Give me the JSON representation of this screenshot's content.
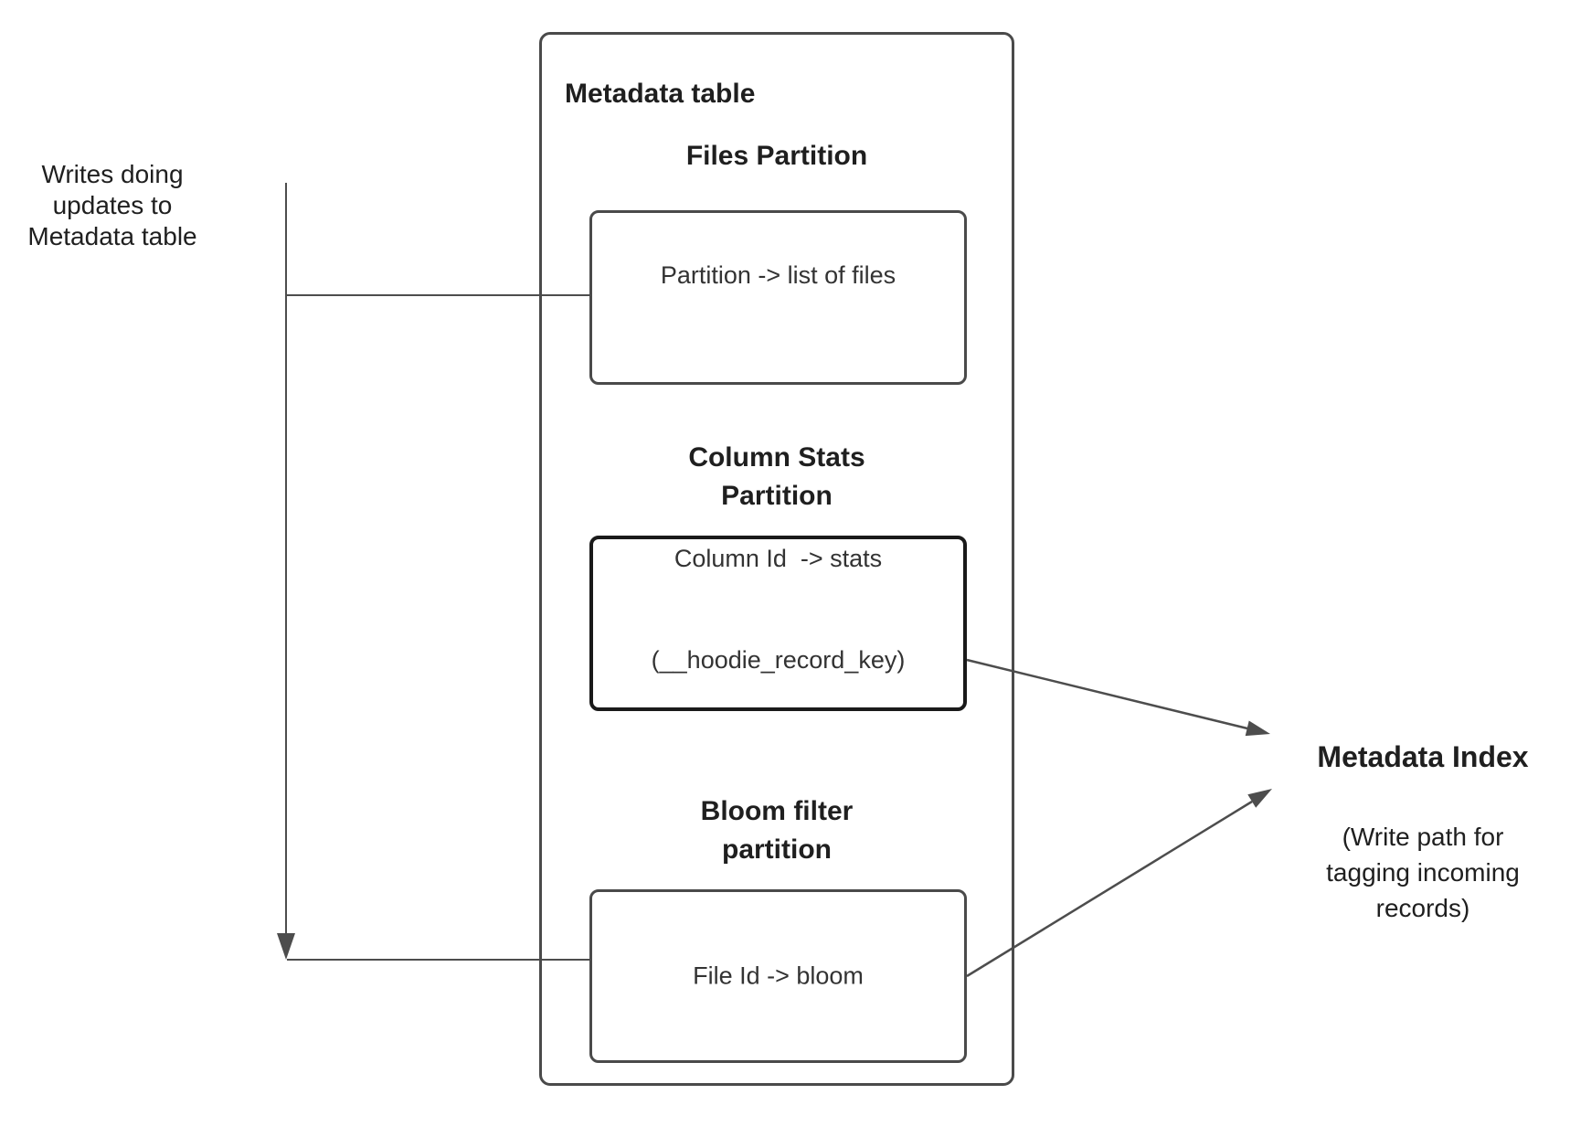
{
  "colors": {
    "bg": "#ffffff",
    "line": "#4d4d4d",
    "box_border": "#4a4a4a",
    "highlight_border": "#1a1a1a",
    "heading_text": "#1f1f1f",
    "body_text": "#333333"
  },
  "left_note": {
    "line1": "Writes doing",
    "line2": "updates to",
    "line3": "Metadata table"
  },
  "metadata_table": {
    "title": "Metadata table",
    "files_partition": {
      "heading": "Files Partition",
      "box_text": "Partition -> list of files"
    },
    "column_stats_partition": {
      "heading_line1": "Column Stats",
      "heading_line2": "Partition",
      "box_line1": "Column Id  -> stats",
      "box_line2": "(__hoodie_record_key)"
    },
    "bloom_filter_partition": {
      "heading_line1": "Bloom filter",
      "heading_line2": "partition",
      "box_text": "File Id -> bloom"
    }
  },
  "metadata_index": {
    "title": "Metadata Index",
    "note_line1": "(Write path for",
    "note_line2": "tagging incoming",
    "note_line3": "records)"
  }
}
